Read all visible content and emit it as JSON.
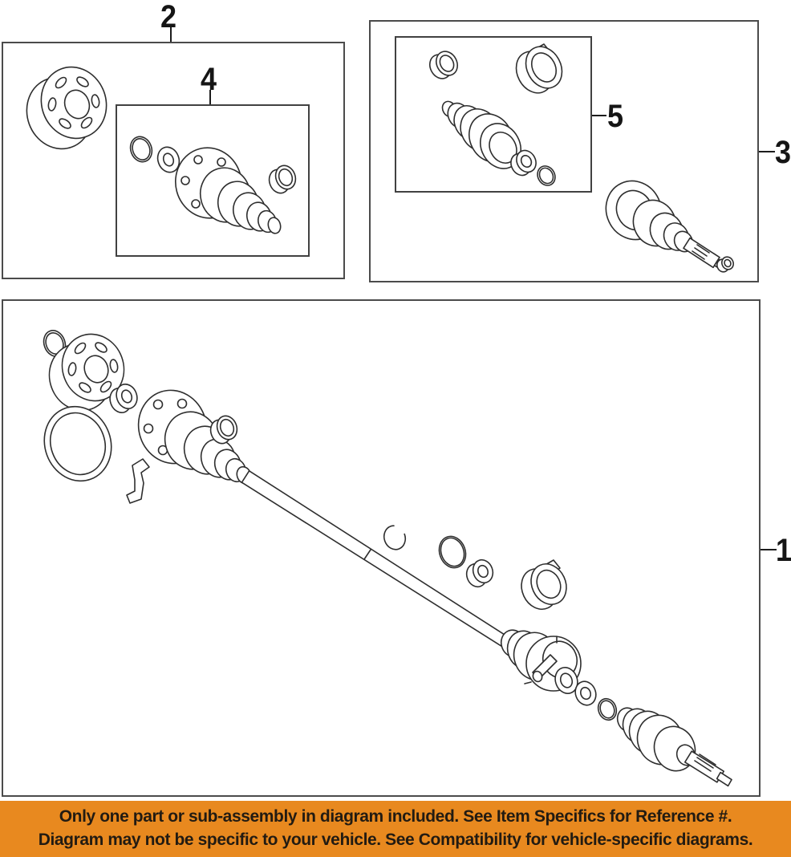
{
  "callouts": [
    {
      "num": "1",
      "part": "rear-axle-shaft-assembly"
    },
    {
      "num": "2",
      "part": "drive-flange-group"
    },
    {
      "num": "3",
      "part": "outer-cv-joint-group"
    },
    {
      "num": "4",
      "part": "inner-cv-joint-kit"
    },
    {
      "num": "5",
      "part": "cv-boot-kit"
    }
  ],
  "banner": {
    "line1": "Only one part or sub-assembly in diagram included. See Item Specifics for Reference #.",
    "line2": "Diagram may not be specific to your vehicle. See Compatibility for vehicle-specific diagrams.",
    "bg_color": "#E8891F",
    "text_color": "#221B12"
  },
  "colors": {
    "background": "#FFFFFF",
    "line": "#2E2E2E",
    "box_border": "#4B4B4B",
    "callout_text": "#151515"
  },
  "parts": {
    "box2": [
      "drive-flange",
      "inner-cv-joint-kit-box"
    ],
    "box4": [
      "snap-ring",
      "grommet-seal",
      "inner-cv-joint",
      "retaining-ring"
    ],
    "box5": [
      "boot-clamp-small",
      "boot-clamp-large",
      "cv-boot",
      "boot-washer",
      "snap-ring"
    ],
    "box3": [
      "cv-boot-kit-box",
      "outer-cv-joint",
      "end-cap"
    ],
    "box1": [
      "snap-ring",
      "drive-flange",
      "washer",
      "dust-shield-ring",
      "retaining-clip",
      "inner-cv-joint",
      "boot-clamp",
      "axle-shaft",
      "circlip",
      "o-ring",
      "thrust-washer",
      "boot-clamp-large",
      "inner-joint-housing",
      "washer",
      "grommet",
      "snap-ring",
      "outer-cv-joint"
    ]
  }
}
